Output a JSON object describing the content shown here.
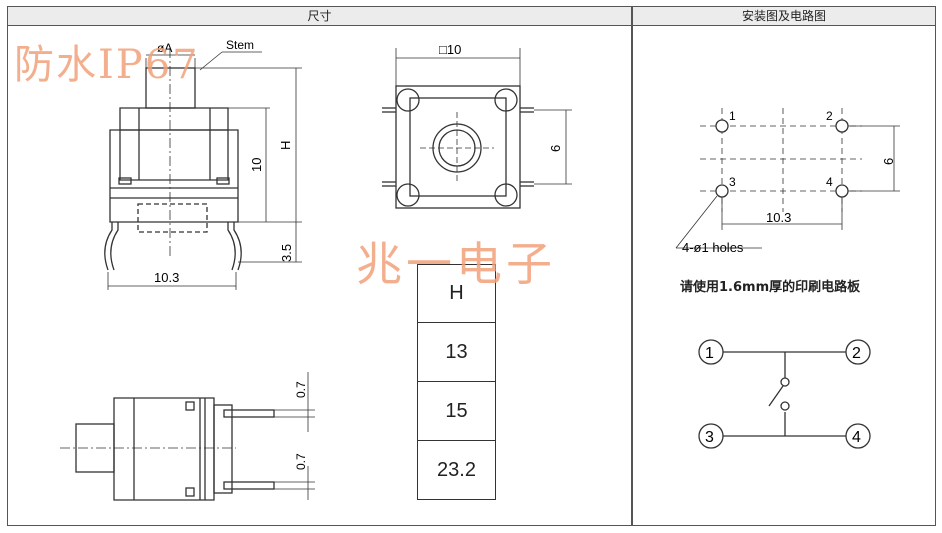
{
  "headers": {
    "left": "尺寸",
    "right": "安装图及电路图"
  },
  "watermarks": {
    "top": "防水IP67",
    "center": "兆一电子"
  },
  "side_view": {
    "dia_label": "øA",
    "stem_label": "Stem",
    "h_label": "H",
    "ten_label": "10",
    "pin_len_label": "3.5",
    "width_label": "10.3"
  },
  "top_view": {
    "square_label": "□10",
    "six_label": "6"
  },
  "bottom_view": {
    "pitch1_label": "0.7",
    "pitch2_label": "0.7"
  },
  "h_table": [
    "H",
    "13",
    "15",
    "23.2"
  ],
  "mounting": {
    "pin_labels": [
      "1",
      "2",
      "3",
      "4"
    ],
    "six_label": "6",
    "span_label": "10.3",
    "holes_label": "4-ø1 holes",
    "pcb_note": "请使用1.6mm厚的印刷电路板"
  },
  "circuit": {
    "terminals": [
      "1",
      "2",
      "3",
      "4"
    ]
  }
}
